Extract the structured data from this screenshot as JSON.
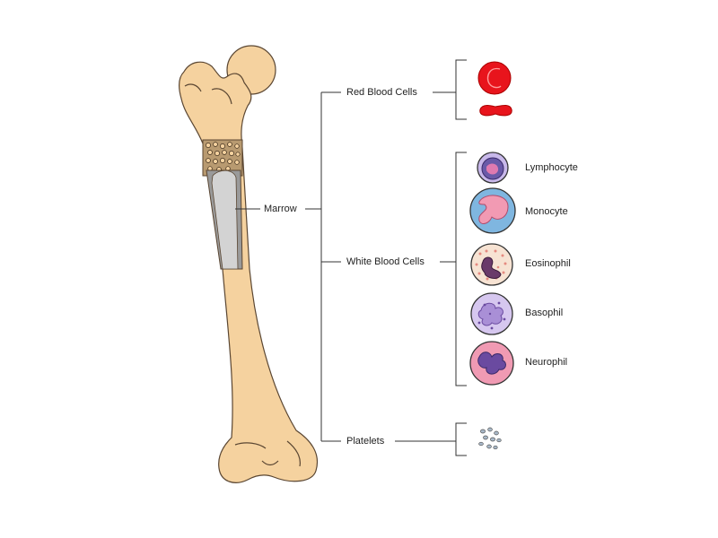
{
  "diagram": {
    "bone_label": "Marrow",
    "categories": {
      "red": "Red Blood Cells",
      "white": "White Blood Cells",
      "platelets": "Platelets"
    },
    "white_cells": [
      {
        "name": "Lymphocyte"
      },
      {
        "name": "Monocyte"
      },
      {
        "name": "Eosinophil"
      },
      {
        "name": "Basophil"
      },
      {
        "name": "Neurophil"
      }
    ],
    "colors": {
      "bone": "#f5d29f",
      "bone_outline": "#5a4632",
      "marrow": "#d3d3d3",
      "red_cell": "#e8141c",
      "lymphocyte": "#6a5aa8",
      "monocyte": "#7fb6e0",
      "eosinophil": "#f7e3d3",
      "basophil": "#d6c7ef",
      "neutrophil": "#f09ab3"
    }
  }
}
